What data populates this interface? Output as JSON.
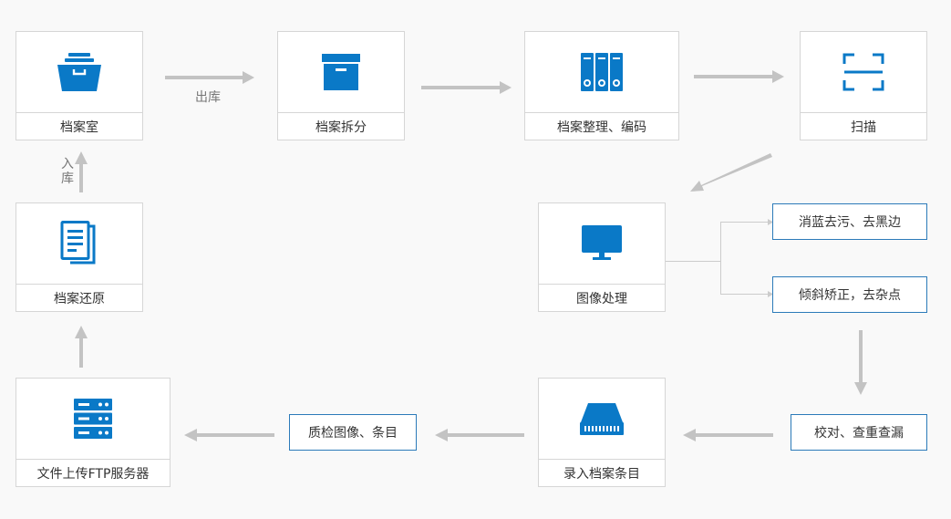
{
  "colors": {
    "icon_blue": "#0a79c7",
    "arrow_gray": "#c3c3c3",
    "tag_border": "#2b7ab9",
    "connector_gray": "#cccccc"
  },
  "nodes": [
    {
      "label": "档案室",
      "icon": "archive-drawer-icon"
    },
    {
      "label": "档案拆分",
      "icon": "archive-box-icon"
    },
    {
      "label": "档案整理、编码",
      "icon": "binders-icon"
    },
    {
      "label": "扫描",
      "icon": "scan-frame-icon"
    },
    {
      "label": "图像处理",
      "icon": "monitor-icon"
    },
    {
      "label": "录入档案条目",
      "icon": "hard-drive-icon"
    },
    {
      "label": "文件上传FTP服务器",
      "icon": "server-icon"
    },
    {
      "label": "档案还原",
      "icon": "documents-icon"
    }
  ],
  "tags": [
    "消蓝去污、去黑边",
    "倾斜矫正，去杂点",
    "校对、查重查漏",
    "质检图像、条目"
  ],
  "arrow_labels": {
    "out": "出库",
    "in": "入库"
  }
}
